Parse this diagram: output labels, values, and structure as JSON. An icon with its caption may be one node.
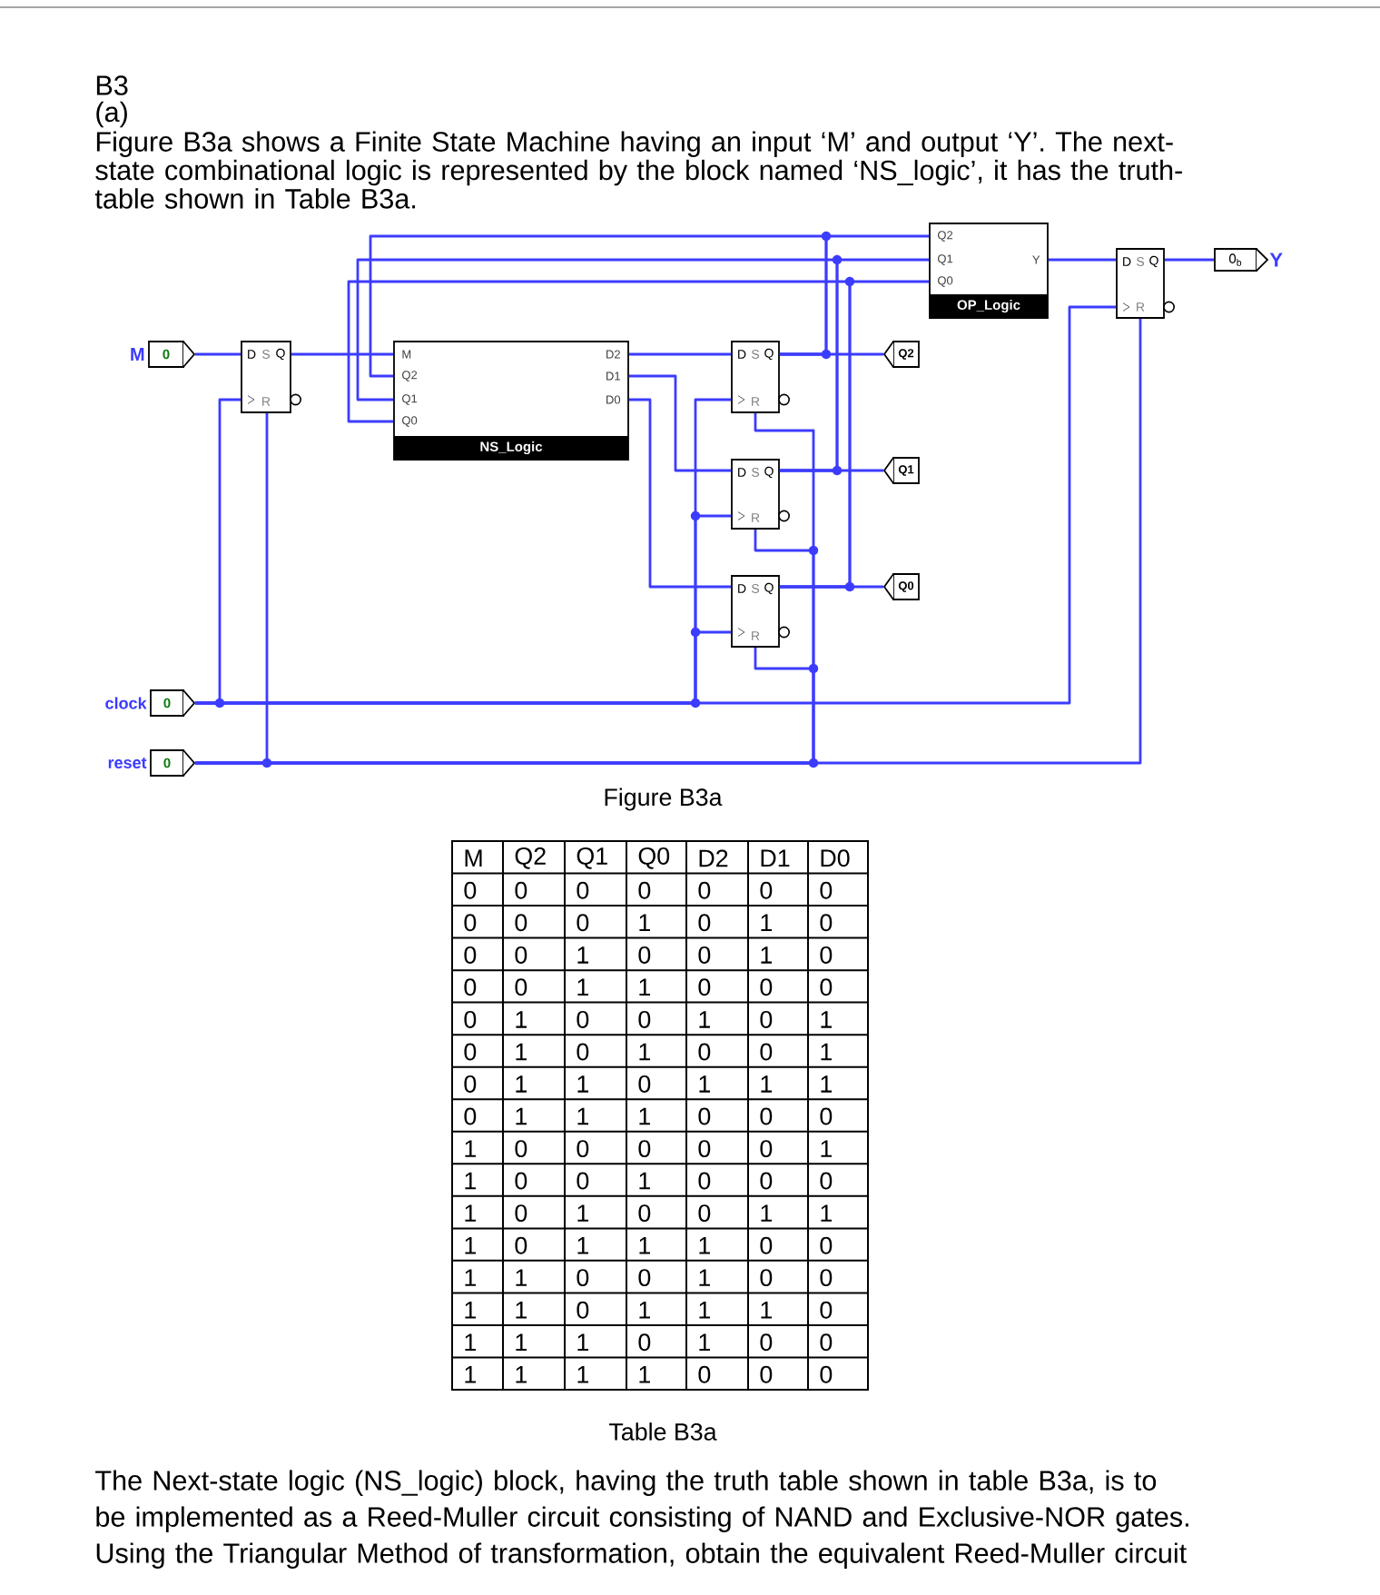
{
  "diagram": {
    "nodes": [
      {
        "text": [
          "0"
        ],
        "beside": [
          "M"
        ]
      },
      {
        "text": [
          "D",
          "S",
          "Q",
          "R"
        ]
      },
      {
        "text": [
          "M",
          "Q2",
          "Q1",
          "Q0",
          "D2",
          "D1",
          "D0",
          "NS_Logic"
        ]
      },
      {
        "text": [
          "Q2",
          "Q1",
          "Q0",
          "Y",
          "OP_Logic"
        ]
      },
      {
        "text": [
          "D",
          "S",
          "Q",
          "R"
        ]
      },
      {
        "text": [
          "0$_{b}$"
        ],
        "beside": [
          "Y"
        ]
      },
      {
        "text": [
          "D",
          "S",
          "Q",
          "R"
        ]
      },
      {
        "text": [
          "Q2"
        ]
      },
      {
        "text": [
          "D",
          "S",
          "Q",
          "R"
        ]
      },
      {
        "text": [
          "Q1"
        ]
      },
      {
        "text": [
          "D",
          "S",
          "Q",
          "R"
        ]
      },
      {
        "text": [
          "Q0"
        ]
      },
      {
        "text": [
          "0"
        ],
        "beside": [
          "clock"
        ]
      },
      {
        "text": [
          "0"
        ],
        "beside": [
          "reset"
        ]
      }
    ],
    "edges": [
      {
        "from": 0,
        "to": 1,
        "arrow": "none"
      },
      {
        "from": 1,
        "to": 2,
        "arrow": "none"
      },
      {
        "from": 2,
        "to": 6,
        "arrow": "none"
      },
      {
        "from": 2,
        "to": 8,
        "arrow": "none"
      },
      {
        "from": 2,
        "to": 10,
        "arrow": "none"
      },
      {
        "from": 6,
        "to": 7,
        "arrow": "none"
      },
      {
        "from": 6,
        "to": 2,
        "arrow": "none"
      },
      {
        "from": 6,
        "to": 3,
        "arrow": "none"
      },
      {
        "from": 8,
        "to": 9,
        "arrow": "none"
      },
      {
        "from": 8,
        "to": 2,
        "arrow": "none"
      },
      {
        "from": 8,
        "to": 3,
        "arrow": "none"
      },
      {
        "from": 10,
        "to": 11,
        "arrow": "none"
      },
      {
        "from": 10,
        "to": 2,
        "arrow": "none"
      },
      {
        "from": 10,
        "to": 3,
        "arrow": "none"
      },
      {
        "from": 3,
        "to": 4,
        "arrow": "none"
      },
      {
        "from": 4,
        "to": 5,
        "arrow": "none"
      },
      {
        "from": 12,
        "to": 1,
        "arrow": "none"
      },
      {
        "from": 12,
        "to": 6,
        "arrow": "none"
      },
      {
        "from": 12,
        "to": 8,
        "arrow": "none"
      },
      {
        "from": 12,
        "to": 10,
        "arrow": "none"
      },
      {
        "from": 12,
        "to": 4,
        "arrow": "none"
      },
      {
        "from": 13,
        "to": 1,
        "arrow": "none"
      },
      {
        "from": 13,
        "to": 6,
        "arrow": "none"
      },
      {
        "from": 13,
        "to": 8,
        "arrow": "none"
      },
      {
        "from": 13,
        "to": 10,
        "arrow": "none"
      },
      {
        "from": 13,
        "to": 4,
        "arrow": "none"
      }
    ],
    "labels": [
      "B3",
      "(a)",
      "Figure B3a shows a Finite State Machine having an input ‘M’ and output ‘Y’. The next-state combinational logic is represented by the block named ‘NS_logic’, it has the truth-table shown in Table B3a.",
      "Figure B3a",
      "M",
      "Q2",
      "Q1",
      "Q0",
      "D2",
      "D1",
      "D0",
      "0",
      "0",
      "0",
      "0",
      "0",
      "0",
      "0",
      "0",
      "0",
      "0",
      "1",
      "0",
      "1",
      "0",
      "0",
      "0",
      "1",
      "0",
      "0",
      "1",
      "0",
      "0",
      "0",
      "1",
      "1",
      "0",
      "0",
      "0",
      "0",
      "1",
      "0",
      "0",
      "1",
      "0",
      "1",
      "0",
      "1",
      "0",
      "1",
      "0",
      "0",
      "1",
      "0",
      "1",
      "1",
      "0",
      "1",
      "1",
      "1",
      "0",
      "1",
      "1",
      "1",
      "0",
      "0",
      "0",
      "1",
      "0",
      "0",
      "0",
      "0",
      "0",
      "1",
      "1",
      "0",
      "0",
      "1",
      "0",
      "0",
      "0",
      "1",
      "0",
      "1",
      "0",
      "0",
      "1",
      "1",
      "1",
      "0",
      "1",
      "1",
      "1",
      "0",
      "0",
      "1",
      "1",
      "0",
      "0",
      "1",
      "0",
      "0",
      "1",
      "1",
      "0",
      "1",
      "1",
      "1",
      "0",
      "1",
      "1",
      "1",
      "0",
      "1",
      "0",
      "0",
      "1",
      "1",
      "1",
      "1",
      "0",
      "0",
      "0",
      "Table B3a",
      "The Next-state logic (NS_logic) block, having the truth table shown in table B3a, is to be implemented as a Reed-Muller circuit consisting of NAND and Exclusive-NOR gates. Using the Triangular Method of transformation, obtain the equivalent Reed-Muller circuit"
    ]
  }
}
